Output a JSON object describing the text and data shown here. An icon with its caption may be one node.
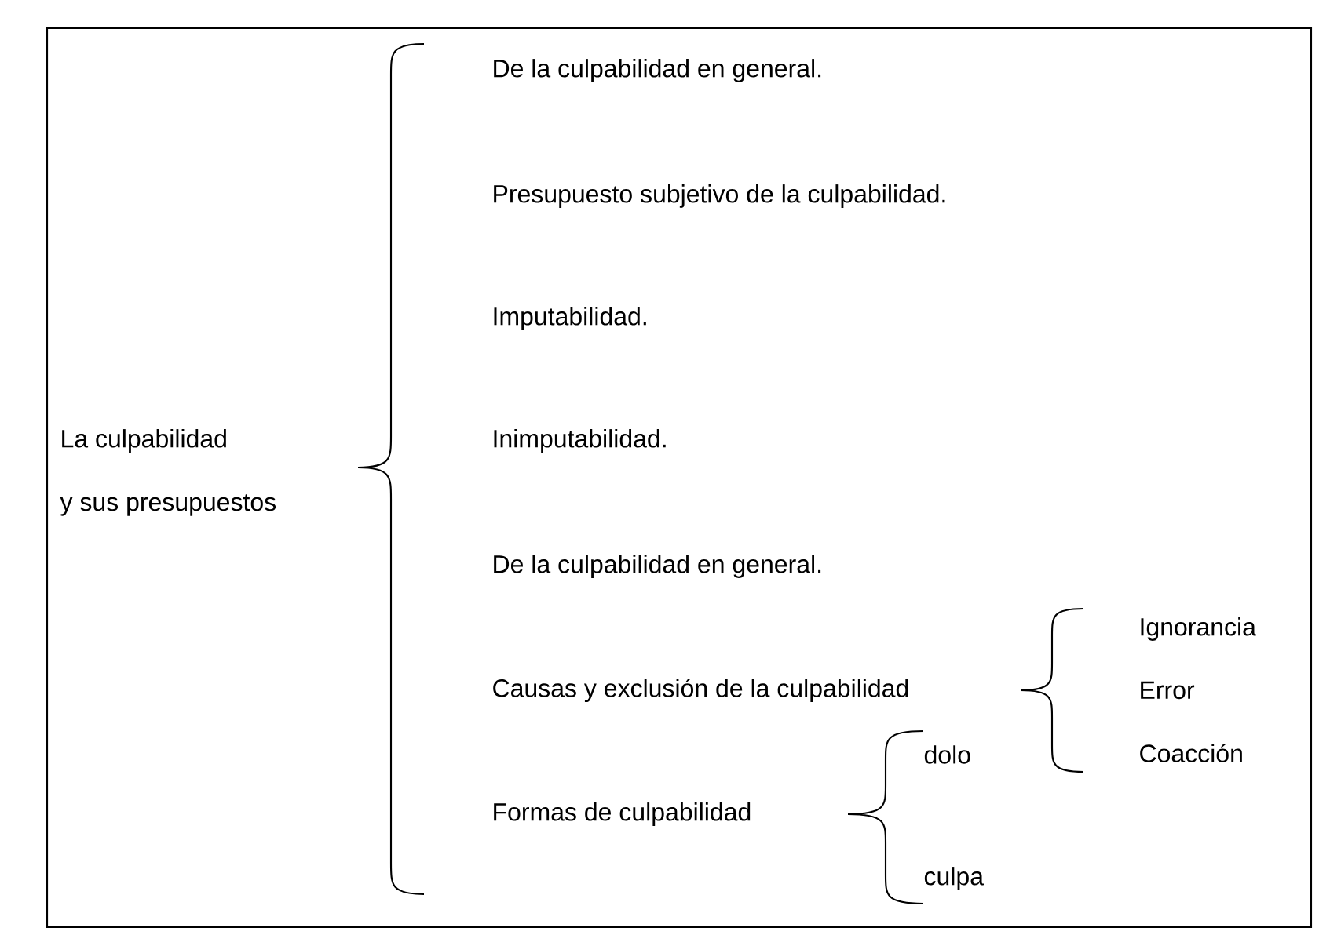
{
  "diagram": {
    "labels": [
      "De la culpabilidad en general.",
      "Presupuesto subjetivo de la culpabilidad.",
      "Imputabilidad.",
      "La culpabilidad",
      "Inimputabilidad.",
      "y sus presupuestos",
      "De la culpabilidad en general.",
      "Ignorancia",
      "Causas y exclusión de la culpabilidad",
      "Error",
      "dolo",
      "Coacción",
      "Formas de culpabilidad",
      "culpa"
    ]
  }
}
